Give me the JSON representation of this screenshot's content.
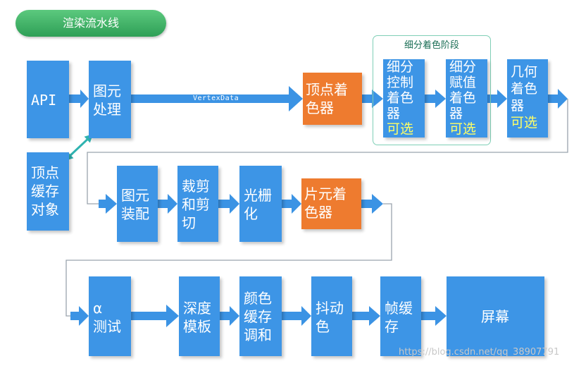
{
  "title": "渲染流水线",
  "group_label": "细分着色阶段",
  "edge_label": "VertexData",
  "nodes": {
    "api": "API",
    "primitive": "图元\n处理",
    "vertex_cache": "顶点\n缓存\n对象",
    "vertex_shader": "顶点着\n色器",
    "tess_control": "细分\n控制\n着色\n器",
    "tess_control_opt": "可选",
    "tess_eval": "细分\n赋值\n着色\n器",
    "tess_eval_opt": "可选",
    "geometry": "几何\n着色\n器",
    "geometry_opt": "可选",
    "assembly": "图元\n装配",
    "clipping": "裁剪\n和剪\n切",
    "raster": "光栅\n化",
    "fragment": "片元着\n色器",
    "alpha_test": "α\n测试",
    "depth": "深度\n模板",
    "blend": "颜色\n缓存\n调和",
    "dither": "抖动\n色",
    "framebuffer": "帧缓\n存",
    "screen": "屏幕"
  },
  "watermark": "https://blog.csdn.net/qq_38907791",
  "colors": {
    "box": "#3d95e6",
    "highlight": "#ee7b2f",
    "arrow": "#3b93e4",
    "line": "#9aa3ad",
    "optional": "#ffff66",
    "link": "#2fb3b0"
  }
}
